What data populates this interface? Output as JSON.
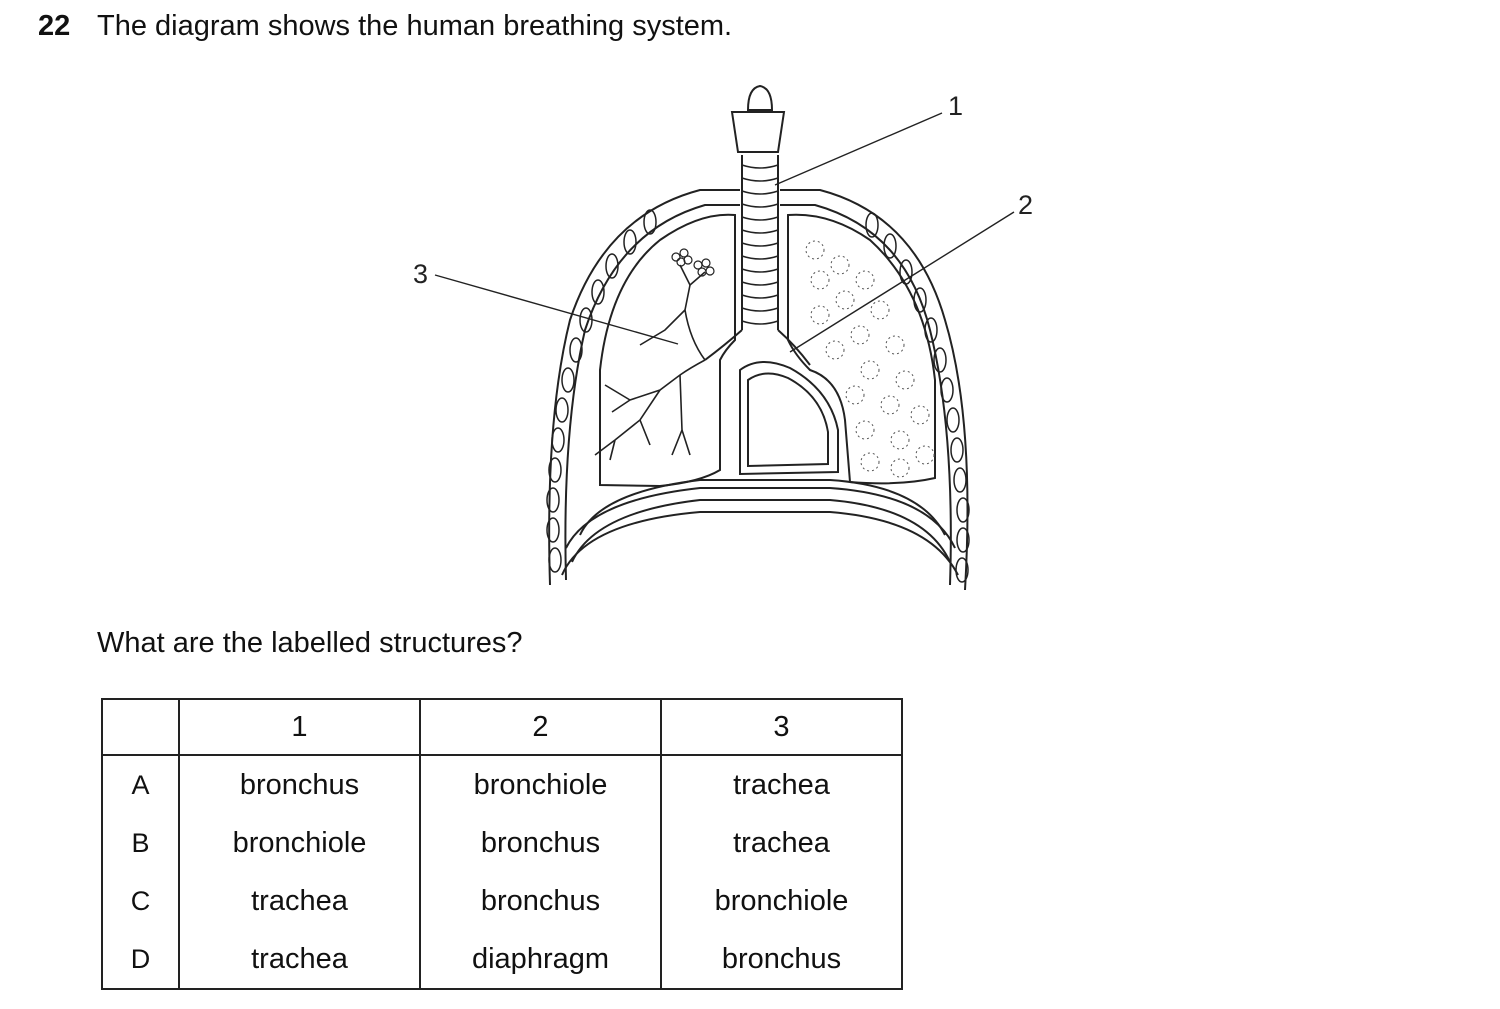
{
  "question": {
    "number": "22",
    "stem": "The diagram shows the human breathing system.",
    "prompt": "What are the labelled structures?"
  },
  "diagram": {
    "labels": [
      "1",
      "2",
      "3"
    ]
  },
  "table": {
    "headers": [
      "",
      "1",
      "2",
      "3"
    ],
    "rows": [
      {
        "letter": "A",
        "cells": [
          "bronchus",
          "bronchiole",
          "trachea"
        ]
      },
      {
        "letter": "B",
        "cells": [
          "bronchiole",
          "bronchus",
          "trachea"
        ]
      },
      {
        "letter": "C",
        "cells": [
          "trachea",
          "bronchus",
          "bronchiole"
        ]
      },
      {
        "letter": "D",
        "cells": [
          "trachea",
          "diaphragm",
          "bronchus"
        ]
      }
    ]
  }
}
